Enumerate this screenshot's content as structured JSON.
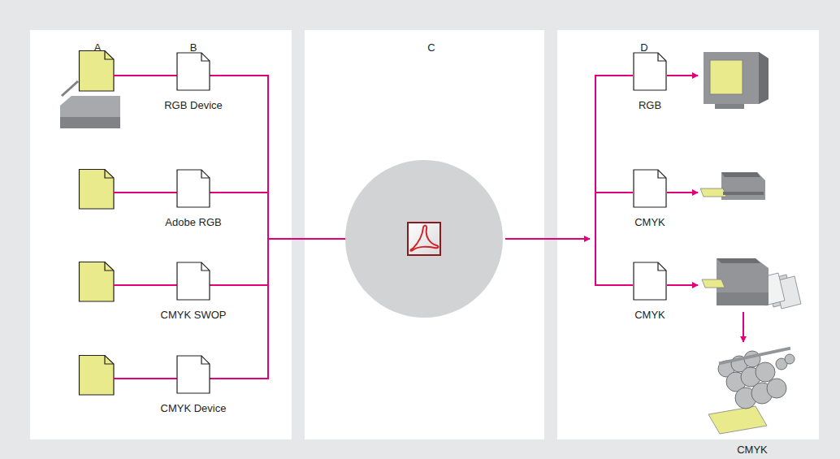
{
  "diagram": {
    "nodes": [
      {
        "text": [
          "RGB Device"
        ]
      },
      {
        "text": [
          "Adobe RGB"
        ]
      },
      {
        "text": [
          "CMYK SWOP"
        ]
      },
      {
        "text": [
          "CMYK Device"
        ]
      },
      {
        "text": [
          "RGB"
        ]
      },
      {
        "text": [
          "CMYK"
        ]
      },
      {
        "text": [
          "CMYK"
        ]
      },
      {
        "text": [
          "CMYK"
        ]
      }
    ],
    "labels": [
      "A",
      "B",
      "C",
      "D"
    ]
  }
}
